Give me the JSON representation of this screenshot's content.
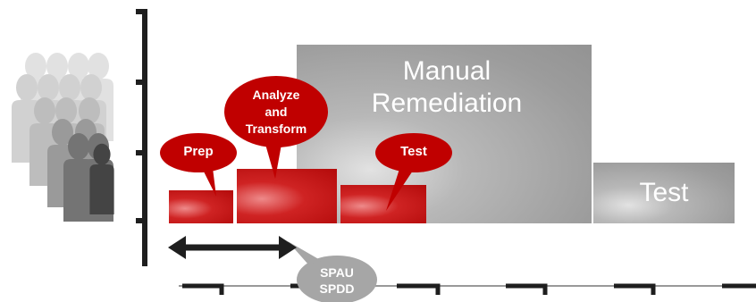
{
  "blocks": {
    "manual_remediation": {
      "line1": "Manual",
      "line2": "Remediation"
    },
    "test_gray": "Test"
  },
  "callouts": {
    "prep": "Prep",
    "analyze_transform": {
      "line1": "Analyze",
      "line2": "and",
      "line3": "Transform"
    },
    "test_red": "Test",
    "spau_spdd": {
      "line1": "SPAU",
      "line2": "SPDD"
    }
  },
  "colors": {
    "red": "#c00000",
    "gray_block": "#9c9c9c",
    "axis": "#1e1e1e",
    "bubble_gray": "#a6a6a6",
    "timeline_line": "#999999"
  },
  "icons": [
    "people-group-icon",
    "double-arrow-icon"
  ]
}
